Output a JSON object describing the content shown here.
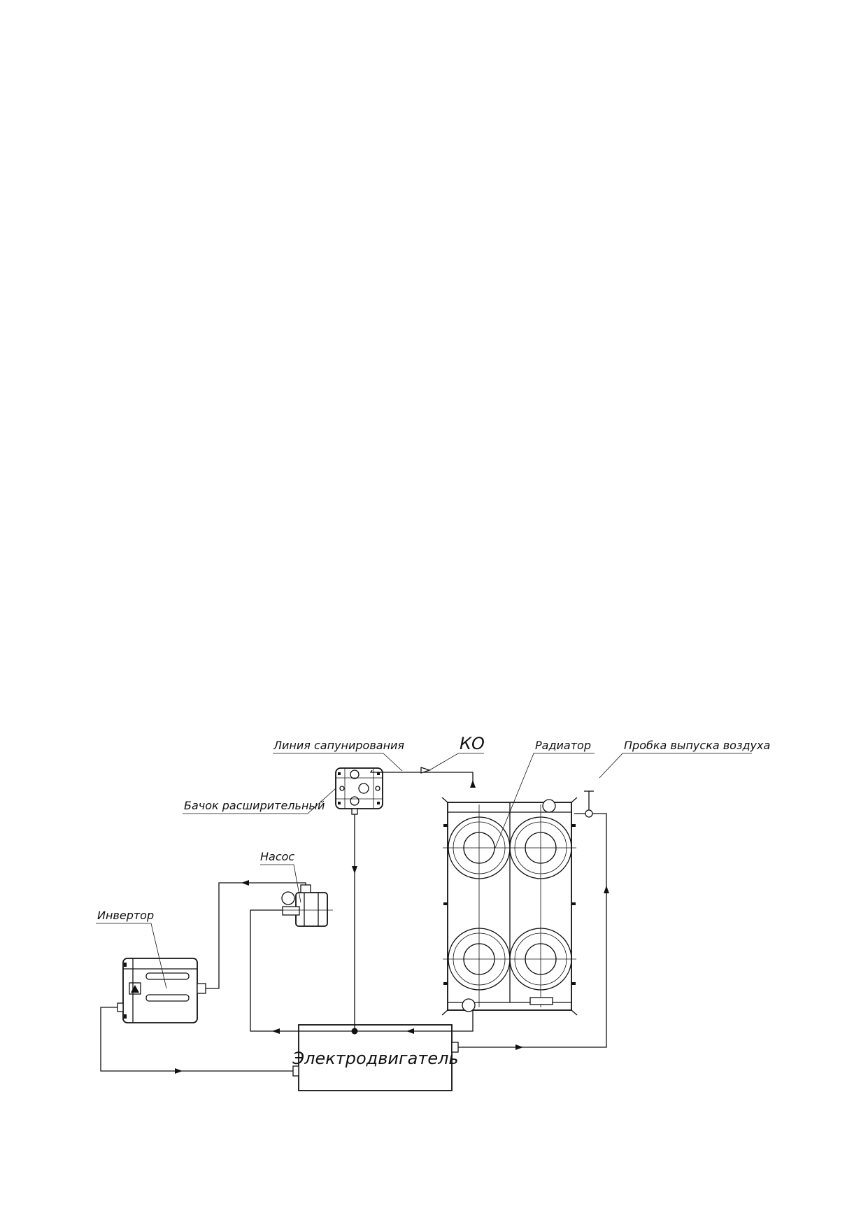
{
  "diagram": {
    "labels": {
      "bleed_line": "Линия сапунирования",
      "ko": "КО",
      "radiator": "Радиатор",
      "air_plug": "Пробка выпуска воздуха",
      "expansion_tank": "Бачок расширительный",
      "pump": "Насос",
      "inverter": "Инвертор",
      "motor": "Электродвигатель"
    }
  }
}
